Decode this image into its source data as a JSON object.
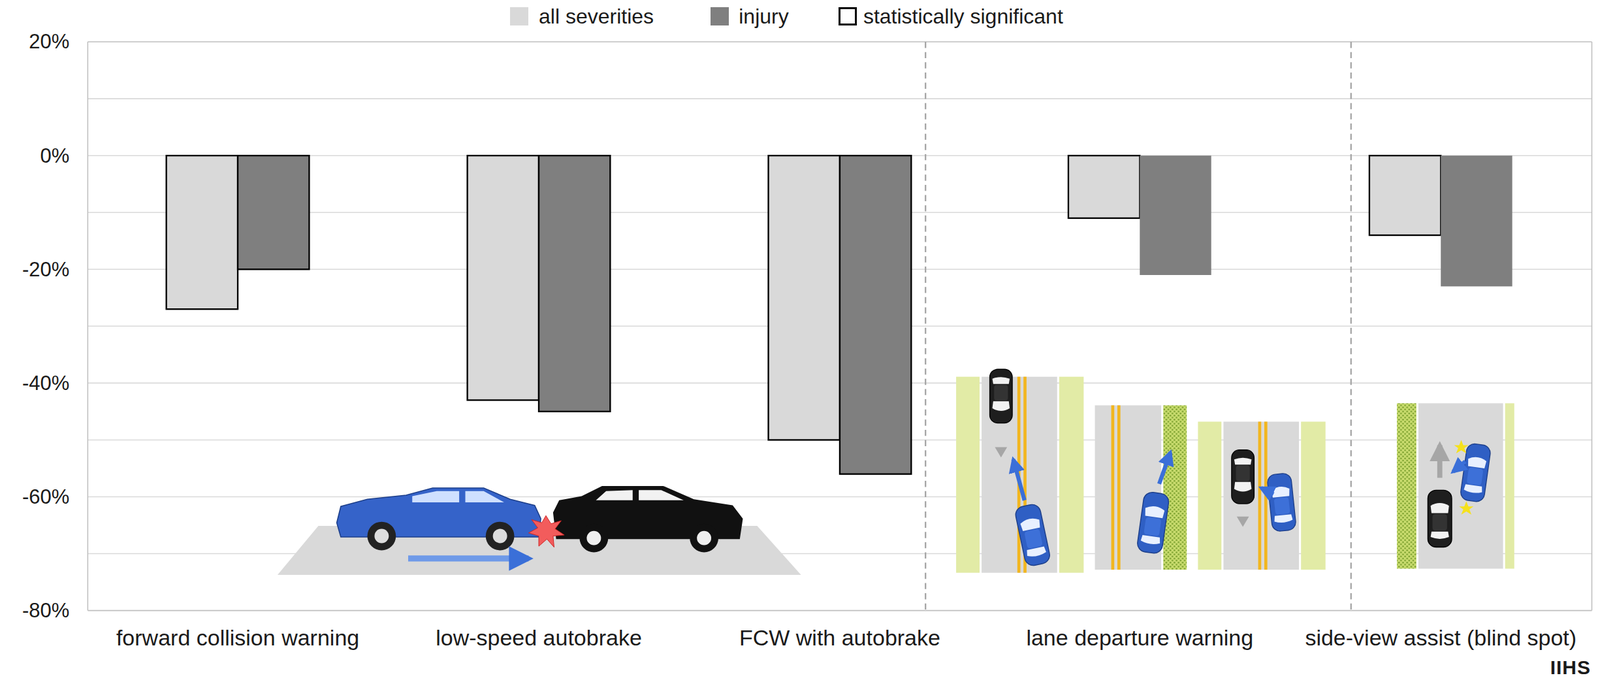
{
  "diagram": {
    "labels": [
      "20%",
      "0%",
      "-20%",
      "-40%",
      "-60%",
      "-80%",
      "forward collision warning",
      "low-speed autobrake",
      "FCW with autobrake",
      "lane departure warning",
      "side-view assist (blind spot)",
      "IIHS"
    ],
    "legend": [
      {
        "text": "all severities",
        "color": "#d9d9d9"
      },
      {
        "text": "injury",
        "color": "#7f7f7f"
      },
      {
        "text": "statistically significant"
      }
    ]
  }
}
